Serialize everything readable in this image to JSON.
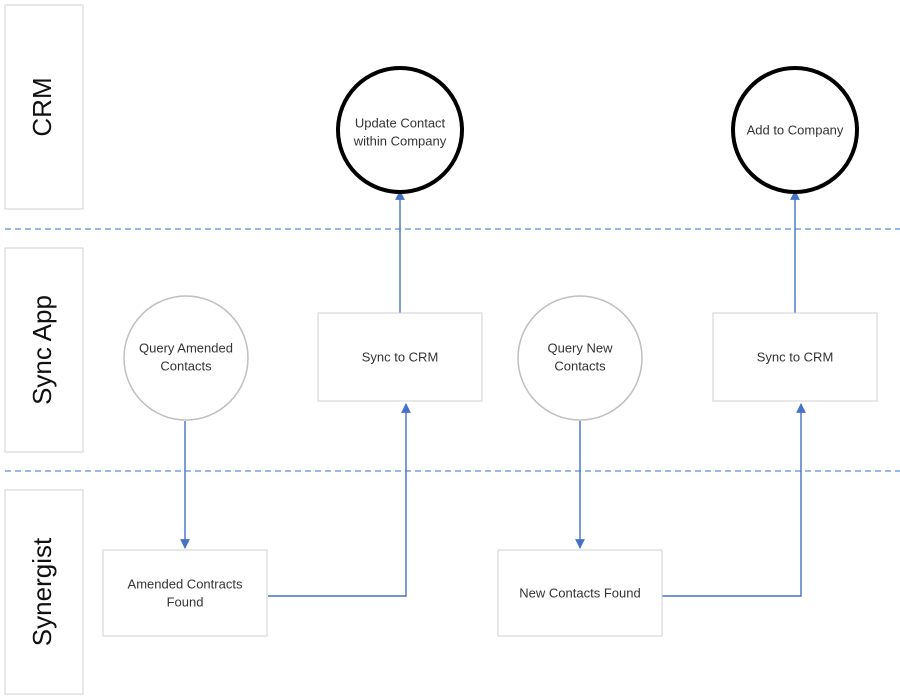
{
  "lanes": [
    {
      "id": "crm",
      "label": "CRM"
    },
    {
      "id": "sync",
      "label": "Sync App"
    },
    {
      "id": "synergist",
      "label": "Synergist"
    }
  ],
  "nodes": {
    "update_contact": {
      "line1": "Update Contact",
      "line2": "within Company"
    },
    "add_to_company": {
      "line1": "Add to Company"
    },
    "query_amended": {
      "line1": "Query Amended",
      "line2": "Contacts"
    },
    "sync_crm_left": {
      "line1": "Sync to CRM"
    },
    "query_new": {
      "line1": "Query New",
      "line2": "Contacts"
    },
    "sync_crm_right": {
      "line1": "Sync to CRM"
    },
    "amended_found": {
      "line1": "Amended Contracts",
      "line2": "Found"
    },
    "new_found": {
      "line1": "New Contacts Found"
    }
  },
  "colors": {
    "connector": "#4472c4",
    "lane_divider": "#5b8fd6",
    "grey_node_border": "#bfbfbf",
    "black_node_border": "#000000",
    "box_border": "#d0d0d0"
  }
}
